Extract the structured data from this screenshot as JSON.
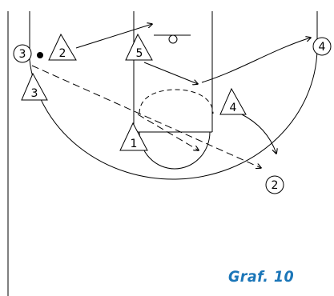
{
  "caption": "Graf. 10",
  "colors": {
    "line": "#000000",
    "caption": "#1b76b8",
    "background": "#ffffff"
  },
  "players": {
    "offense_circle_left": "3",
    "offense_circle_right": "4",
    "offense_circle_bottom": "2",
    "defense_2": "2",
    "defense_5": "5",
    "defense_3": "3",
    "defense_1": "1",
    "defense_4": "4"
  },
  "legend": {
    "ball_icon": "ball-icon",
    "cut_arrow": "solid arrow",
    "pass_arrow": "dashed arrow"
  }
}
